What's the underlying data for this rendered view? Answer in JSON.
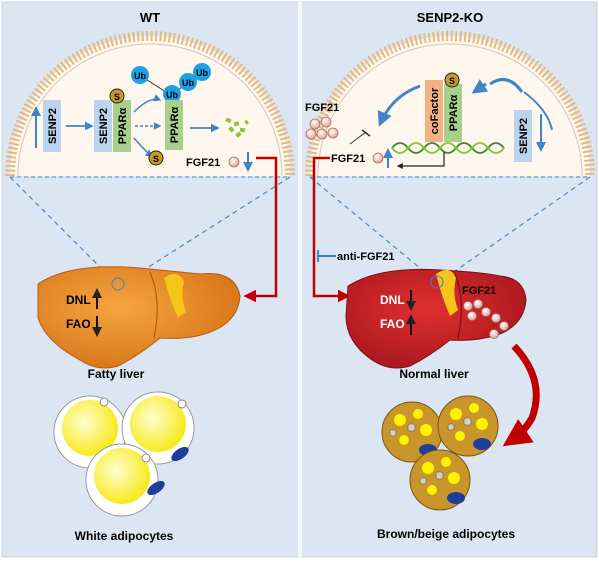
{
  "left_panel": {
    "title": "WT",
    "senp2_outer": "SENP2",
    "senp2_complex": "SENP2",
    "ppara_complex": "PPARα",
    "ppara_target": "PPARα",
    "sumo_symbol": "S",
    "ub_symbol": "Ub",
    "fgf21_label": "FGF21",
    "dnl_label": "DNL",
    "fao_label": "FAO",
    "liver_caption": "Fatty liver",
    "adipocyte_caption": "White adipocytes"
  },
  "right_panel": {
    "title": "SENP2-KO",
    "fgf21_free": "FGF21",
    "cofactor_label": "coFactor",
    "ppara_label": "PPARα",
    "senp2_label": "SENP2",
    "sumo_symbol": "S",
    "fgf21_gene_label": "FGF21",
    "antibody_label": "anti-FGF21",
    "liver_fgf21_label": "FGF21",
    "dnl_label": "DNL",
    "fao_label": "FAO",
    "liver_caption": "Normal liver",
    "adipocyte_caption": "Brown/beige adipocytes"
  },
  "colors": {
    "panel_bg": "#dce6f2",
    "divider": "#f4f7fb",
    "membrane_head": "#e5b97d",
    "arrow_blue": "#3d85c6",
    "senp2_box": "#bcd3ee",
    "ppara_box": "#a8d08d",
    "cofactor_box": "#f4b183",
    "fatty_liver": "#e8892a",
    "normal_liver": "#c0202a",
    "red_arrow": "#c00000",
    "white_lipid": "#fff200",
    "nucleus": "#1f3e9a",
    "brown_cell": "#c8962a"
  }
}
